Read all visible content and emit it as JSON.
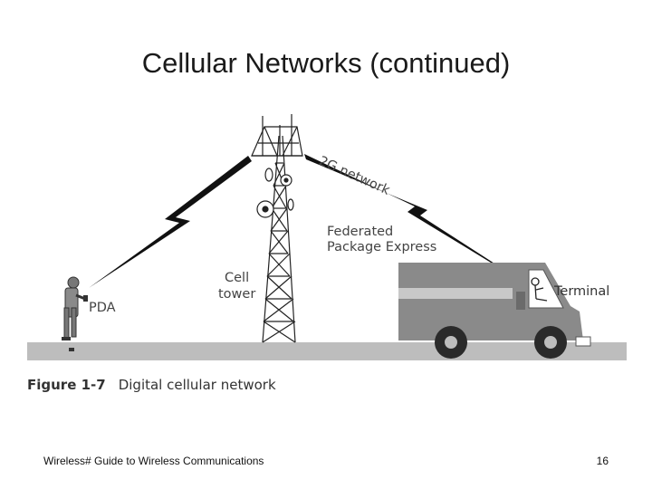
{
  "slide": {
    "title": "Cellular Networks (continued)",
    "footer_text": "Wireless# Guide to Wireless Communications",
    "page_number": "16"
  },
  "figure": {
    "labels": {
      "network": "2G network",
      "truck_line1": "Federated",
      "truck_line2": "Package Express",
      "tower_line1": "Cell",
      "tower_line2": "tower",
      "pda": "PDA",
      "terminal": "Terminal"
    },
    "caption_number": "Figure 1-7",
    "caption_text": "Digital cellular network"
  },
  "colors": {
    "ground": "#bdbdbd",
    "truck_body": "#8a8a8a",
    "truck_stripe": "#c8c8c8",
    "lightning": "#111111",
    "label_text": "#444444"
  }
}
